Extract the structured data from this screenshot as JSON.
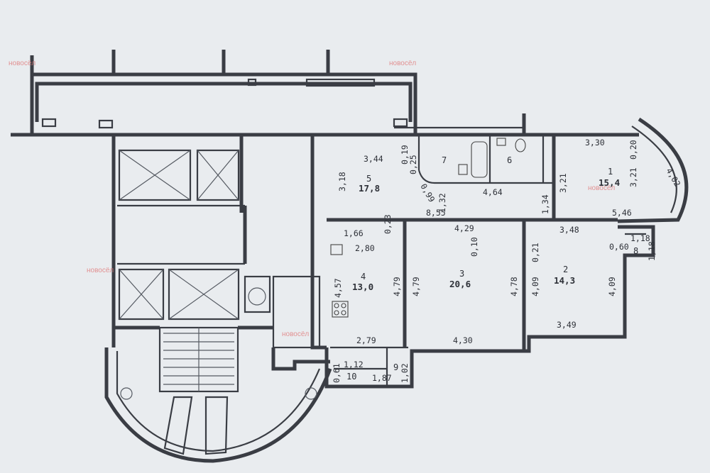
{
  "watermark": {
    "brand": "новосёл",
    "color": "#e07a7a"
  },
  "rooms": [
    {
      "number": "1",
      "area": "15,4"
    },
    {
      "number": "2",
      "area": "14,3"
    },
    {
      "number": "3",
      "area": "20,6"
    },
    {
      "number": "4",
      "area": "13,0"
    },
    {
      "number": "5",
      "area": "17,8"
    },
    {
      "number": "6",
      "area": ""
    },
    {
      "number": "7",
      "area": ""
    },
    {
      "number": "8",
      "area": ""
    },
    {
      "number": "9",
      "area": ""
    },
    {
      "number": "10",
      "area": ""
    }
  ],
  "dimensions": {
    "d_3_44": "3,44",
    "d_0_19": "0,19",
    "d_0_25": "0,25",
    "d_3_18": "3,18",
    "d_0_99": "0,99",
    "d_1_32": "1,32",
    "d_4_64": "4,64",
    "d_1_34": "1,34",
    "d_3_21a": "3,21",
    "d_3_30": "3,30",
    "d_0_20": "0,20",
    "d_3_21b": "3,21",
    "d_4_02": "4,02",
    "d_5_46": "5,46",
    "d_8_55": "8,55",
    "d_0_23": "0,23",
    "d_1_66": "1,66",
    "d_2_80": "2,80",
    "d_4_29": "4,29",
    "d_0_10": "0,10",
    "d_3_48": "3,48",
    "d_1_18a": "1,18",
    "d_1_18b": "1,18",
    "d_0_60": "0,60",
    "d_0_21": "0,21",
    "d_4_57": "4,57",
    "d_4_79a": "4,79",
    "d_4_79b": "4,79",
    "d_4_78": "4,78",
    "d_4_09a": "4,09",
    "d_4_09b": "4,09",
    "d_3_49": "3,49",
    "d_4_30": "4,30",
    "d_2_79": "2,79",
    "d_0_61": "0,61",
    "d_1_12": "1,12",
    "d_1_02": "1,02",
    "d_1_87": "1,87"
  }
}
